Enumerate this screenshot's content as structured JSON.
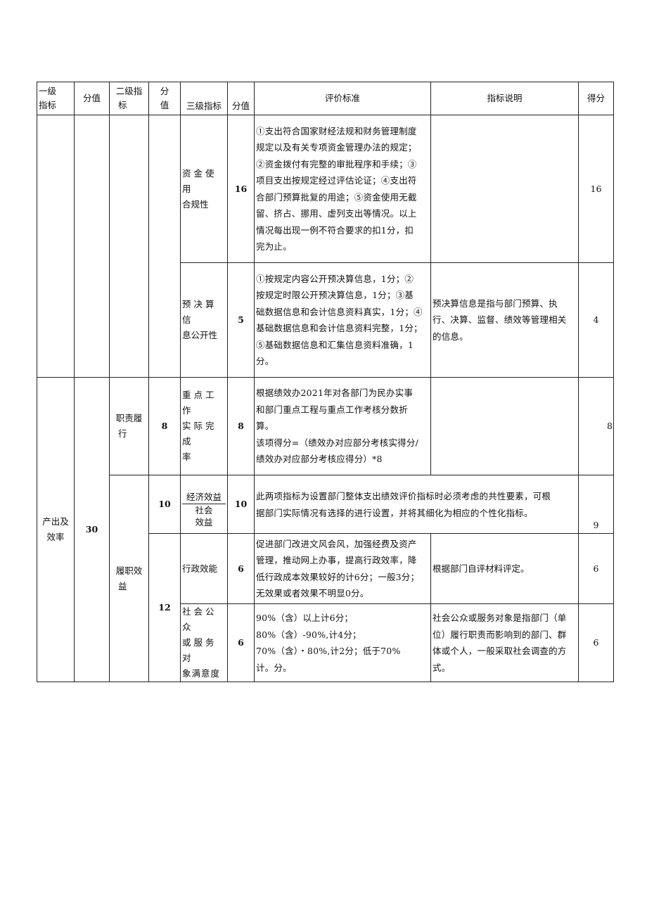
{
  "headers": {
    "level1": [
      "一级",
      "指标"
    ],
    "score1": "分值",
    "level2": [
      "二级指",
      "标"
    ],
    "score2": [
      "分",
      "值"
    ],
    "level3": "三级指标",
    "score3": "分值",
    "criteria": "评价标准",
    "explain": "指标说明",
    "result": "得分"
  },
  "rows": {
    "r1": {
      "level3": [
        "资金使用",
        "合规性"
      ],
      "score": "16",
      "criteria": [
        "①支出符合国家财经法规和财务管理制度",
        "规定以及有关专项资金管理办法的规定；",
        "②资金拨付有完整的审批程序和手续；③",
        "项目支出按规定经过评估论证；④支出符",
        "合部门预算批复的用途；⑤资金使用无截",
        "留、挤占、挪用、虚列支出等情况。以上",
        "情况每出现一例不符合要求的扣1分，扣",
        "完为止。"
      ],
      "explain": "",
      "result": "16"
    },
    "r2": {
      "level3": [
        "预决算信",
        "息公开性"
      ],
      "score": "5",
      "criteria": [
        "①按规定内容公开预决算信息，1分；②",
        "按规定时限公开预决算信息，1分；③基",
        "础数据信息和会计信息资料真实，1分；④",
        "基础数据信息和会计信息资料完整，1分；",
        "⑤基础数据信息和汇集信息资料准确，1",
        "分。"
      ],
      "explain": [
        "预决算信息是指与部门预算、执",
        "行、决算、监督、绩效等管理相关",
        "的信息。"
      ],
      "result": "4"
    },
    "output": {
      "level1": [
        "产出及",
        "效率"
      ],
      "score1": "30"
    },
    "r3": {
      "level2": [
        "职责履",
        "行"
      ],
      "score2": "8",
      "level3": [
        "重点工作",
        "实际完成",
        "率"
      ],
      "score": "8",
      "criteria": [
        "根据绩效办2021年对各部门为民办实事",
        "和部门重点工程与重点工作考核分数折",
        "算。",
        "该项得分=（绩效办对应部分考核实得分/",
        "绩效办对应部分考核应得分）*8"
      ],
      "explain": "",
      "result": "8"
    },
    "r4": {
      "level2": [
        "履职效",
        "益"
      ],
      "score2": "10",
      "level3a": "经济效益",
      "level3b": [
        "社会",
        "效益"
      ],
      "score": "10",
      "criteria": [
        "此两项指标为设置部门整体支出绩效评价指标时必须考虑的共性要素，可根",
        "据部门实际情况有选择的进行设置，并将其细化为相应的个性化指标。"
      ],
      "result": "9"
    },
    "r5": {
      "score2": "12",
      "level3": "行政效能",
      "score": "6",
      "criteria": [
        "促进部门改进文风会风，加强经费及资产",
        "管理，推动网上办事，提高行政效率，降",
        "低行政成本效果较好的计6分；一般3分；",
        "无效果或者效果不明显0分。"
      ],
      "explain": "根据部门自评材料评定。",
      "result": "6"
    },
    "r6": {
      "level3": [
        "社会公众",
        "或服务对",
        "象满意度"
      ],
      "score": "6",
      "criteria": [
        "90%（含）以上计6分；",
        "80%（含）-90%,计4分；",
        "70%（含）・80%,计2分；低于70%",
        "计。分。"
      ],
      "explain": [
        "社会公众或服务对象是指部门（单",
        "位）履行职责而影响到的部门、群",
        "体或个人，一般采取社会调查的方",
        "式。"
      ],
      "result": "6"
    }
  }
}
